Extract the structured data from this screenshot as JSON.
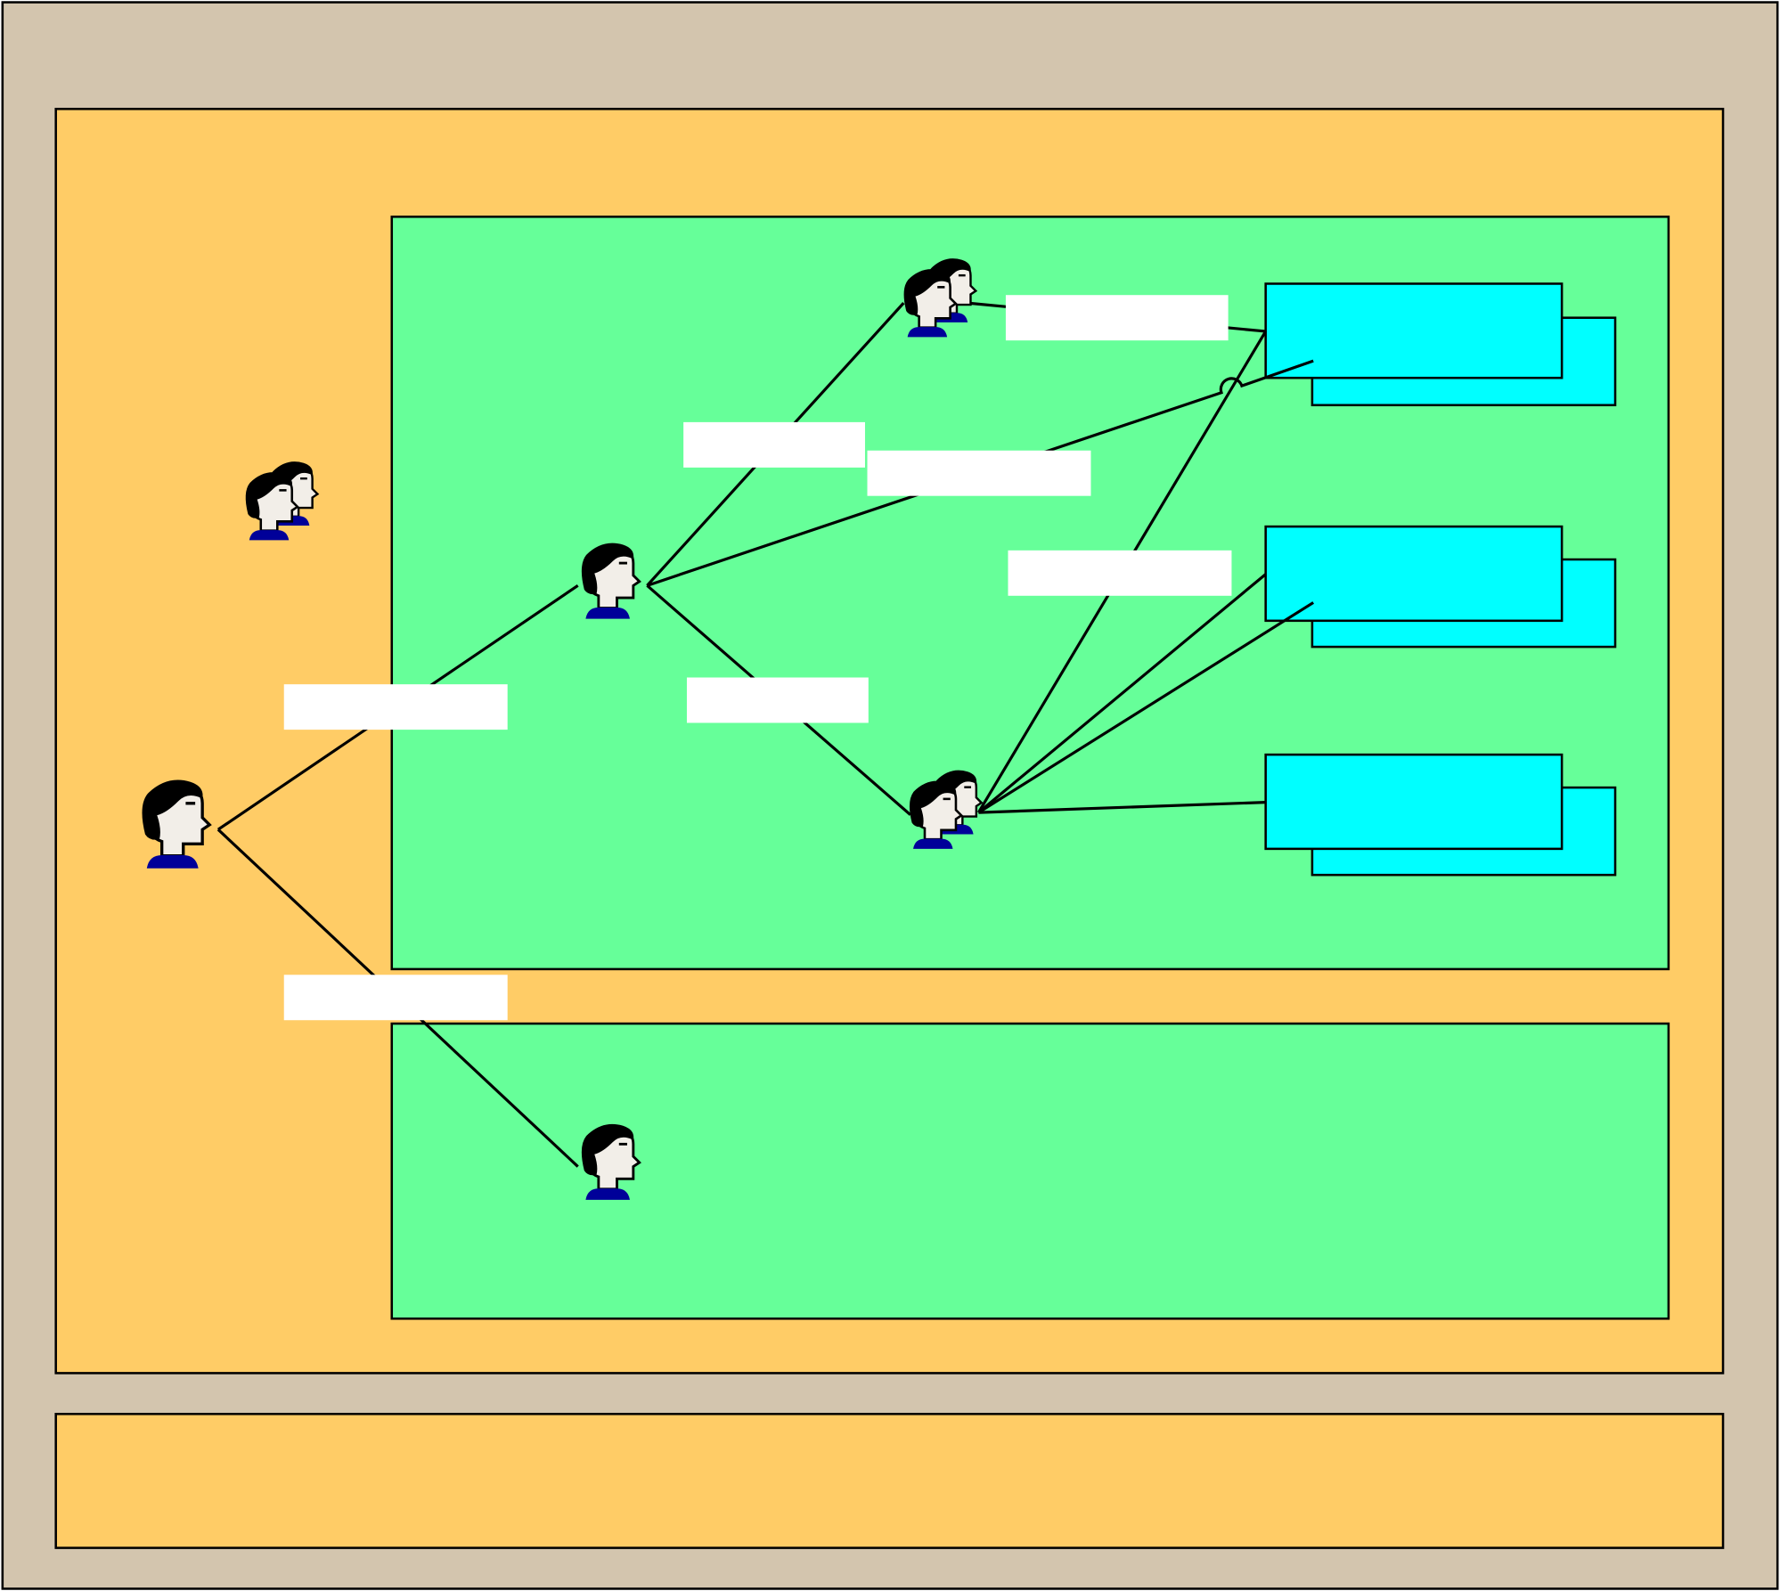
{
  "colors": {
    "background": "#D3C5AE",
    "outer_zone": "#FFCC66",
    "inner_zone": "#66FF99",
    "document": "#00FFFF",
    "label_box": "#FFFFFF",
    "line": "#000000",
    "person_hair": "#000000",
    "person_shirt": "#000099",
    "person_face": "#F2EEE8"
  },
  "nodes": [
    {
      "id": "root",
      "icon": "person-icon"
    },
    {
      "id": "standalone-group",
      "icon": "group-icon"
    },
    {
      "id": "middle-person",
      "icon": "person-icon"
    },
    {
      "id": "lower-person",
      "icon": "person-icon"
    },
    {
      "id": "top-group",
      "icon": "group-icon"
    },
    {
      "id": "bottom-group",
      "icon": "group-icon"
    },
    {
      "id": "document-stack-1",
      "icon": "document-stack-icon"
    },
    {
      "id": "document-stack-2",
      "icon": "document-stack-icon"
    },
    {
      "id": "document-stack-3",
      "icon": "document-stack-icon"
    }
  ],
  "edges": [
    [
      "root",
      "middle-person"
    ],
    [
      "root",
      "lower-person"
    ],
    [
      "middle-person",
      "top-group"
    ],
    [
      "middle-person",
      "document-stack-1"
    ],
    [
      "middle-person",
      "bottom-group"
    ],
    [
      "top-group",
      "document-stack-1"
    ],
    [
      "bottom-group",
      "document-stack-1"
    ],
    [
      "bottom-group",
      "document-stack-2"
    ],
    [
      "bottom-group",
      "document-stack-3"
    ]
  ],
  "labels": [
    "",
    "",
    "",
    "",
    "",
    "",
    ""
  ]
}
